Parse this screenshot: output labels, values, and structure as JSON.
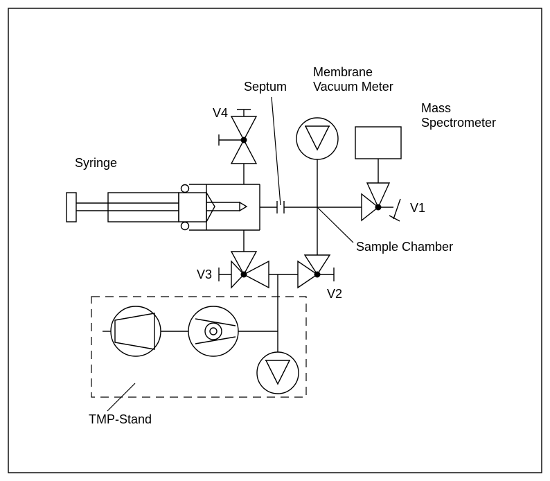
{
  "labels": {
    "membrane_line1": "Membrane",
    "membrane_line2": "Vacuum Meter",
    "septum": "Septum",
    "mass_line1": "Mass",
    "mass_line2": "Spectrometer",
    "v4": "V4",
    "syringe": "Syringe",
    "v1": "V1",
    "sample_chamber": "Sample Chamber",
    "v3": "V3",
    "v2": "V2",
    "tmp_stand": "TMP-Stand"
  }
}
